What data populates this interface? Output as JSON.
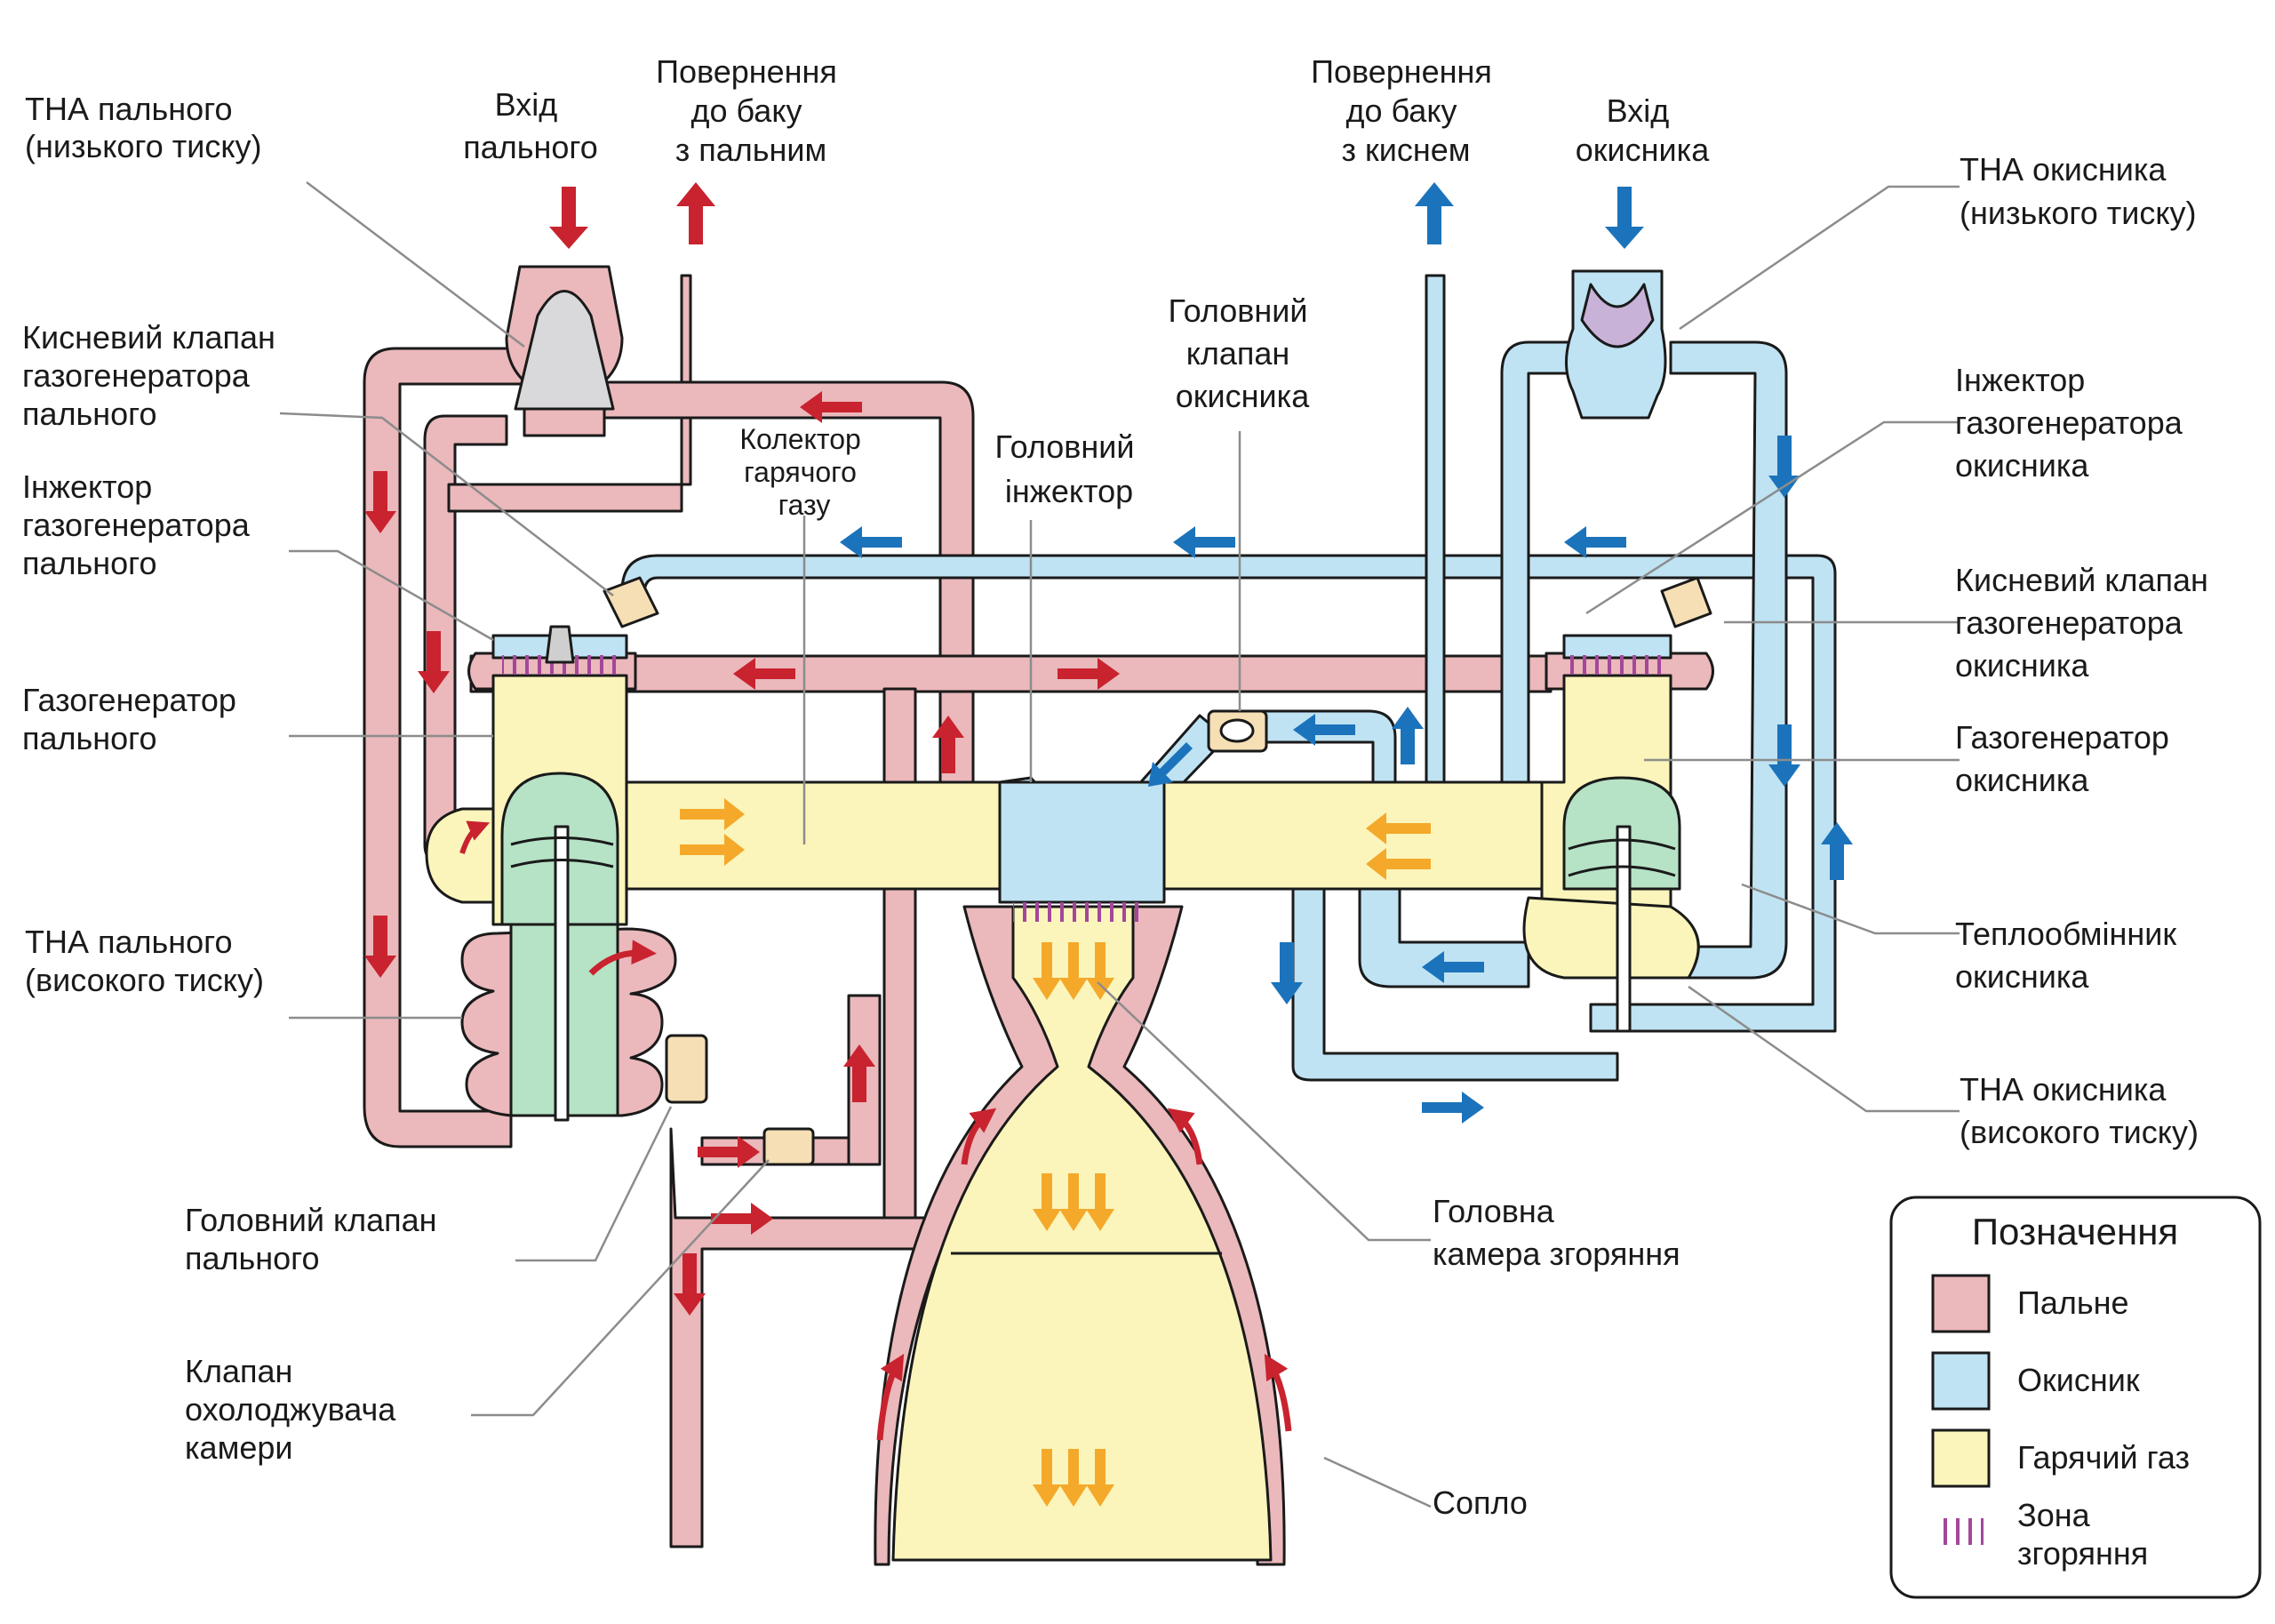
{
  "colors": {
    "fuel": "#ebb8bb",
    "oxidizer": "#bfe3f3",
    "hot_gas": "#fbf5bb",
    "turbine": "#b6e2c6",
    "valve": "#f6dfb5",
    "combustion": "#a4479a",
    "fuel_arrow": "#c8232f",
    "oxidizer_arrow": "#1b73bb",
    "gas_arrow": "#f4a92a",
    "outline": "#1a1a1a",
    "leader": "#8c8c8c"
  },
  "labels": {
    "fuel_pump_low": [
      "ТНА пального",
      "(низького тиску)"
    ],
    "fuel_inlet": [
      "Вхід",
      "пального"
    ],
    "fuel_return": [
      "Повернення",
      "до баку",
      "з пальним"
    ],
    "oxidizer_return": [
      "Повернення",
      "до баку",
      "з киснем"
    ],
    "oxidizer_inlet": [
      "Вхід",
      "окисника"
    ],
    "oxidizer_pump_low": [
      "ТНА окисника",
      "(низького тиску)"
    ],
    "fuel_gg_oxygen_valve": [
      "Кисневий клапан",
      "газогенератора",
      "пального"
    ],
    "fuel_gg_injector": [
      "Інжектор",
      "газогенератора",
      "пального"
    ],
    "fuel_gg": [
      "Газогенератор",
      "пального"
    ],
    "fuel_pump_high": [
      "ТНА пального",
      "(високого тиску)"
    ],
    "main_fuel_valve": [
      "Головний клапан",
      "пального"
    ],
    "chamber_coolant_valve": [
      "Клапан",
      "охолоджувача",
      "камери"
    ],
    "hot_gas_manifold": [
      "Колектор",
      "гарячого",
      "газу"
    ],
    "main_injector": [
      "Головний",
      "інжектор"
    ],
    "main_oxidizer_valve": [
      "Головний",
      "клапан",
      "окисника"
    ],
    "oxidizer_gg_injector": [
      "Інжектор",
      "газогенератора",
      "окисника"
    ],
    "oxidizer_gg_oxygen_valve": [
      "Кисневий клапан",
      "газогенератора",
      "окисника"
    ],
    "oxidizer_gg": [
      "Газогенератор",
      "окисника"
    ],
    "oxidizer_heat_exchanger": [
      "Теплообмінник",
      "окисника"
    ],
    "oxidizer_pump_high": [
      "ТНА окисника",
      "(високого тиску)"
    ],
    "main_combustion_chamber": [
      "Головна",
      "камера згоряння"
    ],
    "nozzle": [
      "Сопло"
    ]
  },
  "legend": {
    "title": "Позначення",
    "items": [
      {
        "key": "fuel",
        "label": [
          "Пальне"
        ]
      },
      {
        "key": "oxidizer",
        "label": [
          "Окисник"
        ]
      },
      {
        "key": "hot_gas",
        "label": [
          "Гарячий газ"
        ]
      },
      {
        "key": "combustion",
        "label": [
          "Зона",
          "згоряння"
        ]
      }
    ]
  }
}
